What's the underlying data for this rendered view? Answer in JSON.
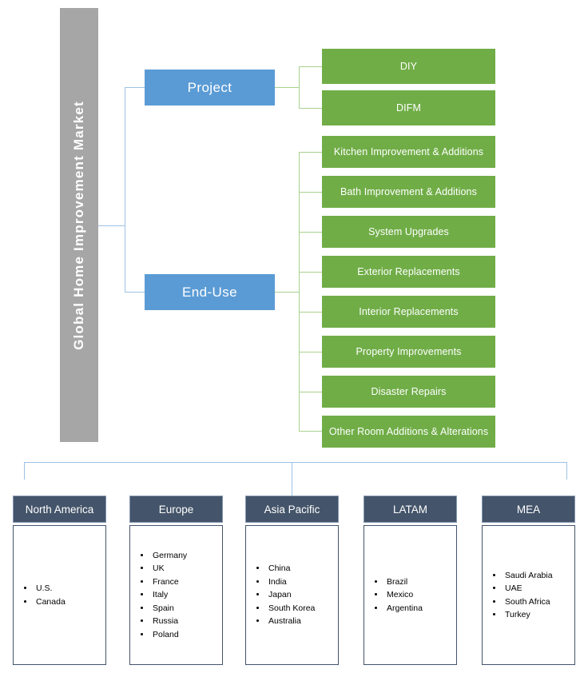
{
  "diagram": {
    "title": "Global Home Improvement Market",
    "colors": {
      "root": "#A6A6A6",
      "segment": "#5B9BD5",
      "subsegment": "#70AD47",
      "region_header": "#44546A",
      "connector_blue": "#9DC3E6",
      "connector_green": "#A9D18E"
    }
  },
  "segments": [
    {
      "label": "Project"
    },
    {
      "label": "End-Use"
    }
  ],
  "project_items": [
    {
      "label": "DIY"
    },
    {
      "label": "DIFM"
    }
  ],
  "enduse_items": [
    {
      "label": "Kitchen Improvement & Additions"
    },
    {
      "label": "Bath Improvement & Additions"
    },
    {
      "label": "System Upgrades"
    },
    {
      "label": "Exterior Replacements"
    },
    {
      "label": "Interior Replacements"
    },
    {
      "label": "Property Improvements"
    },
    {
      "label": "Disaster Repairs"
    },
    {
      "label": "Other Room Additions & Alterations"
    }
  ],
  "regions": [
    {
      "name": "North America",
      "countries": [
        "U.S.",
        "Canada"
      ]
    },
    {
      "name": "Europe",
      "countries": [
        "Germany",
        "UK",
        "France",
        "Italy",
        "Spain",
        "Russia",
        "Poland"
      ]
    },
    {
      "name": "Asia Pacific",
      "countries": [
        "China",
        "India",
        "Japan",
        "South Korea",
        "Australia"
      ]
    },
    {
      "name": "LATAM",
      "countries": [
        "Brazil",
        "Mexico",
        "Argentina"
      ]
    },
    {
      "name": "MEA",
      "countries": [
        "Saudi Arabia",
        "UAE",
        "South Africa",
        "Turkey"
      ]
    }
  ]
}
